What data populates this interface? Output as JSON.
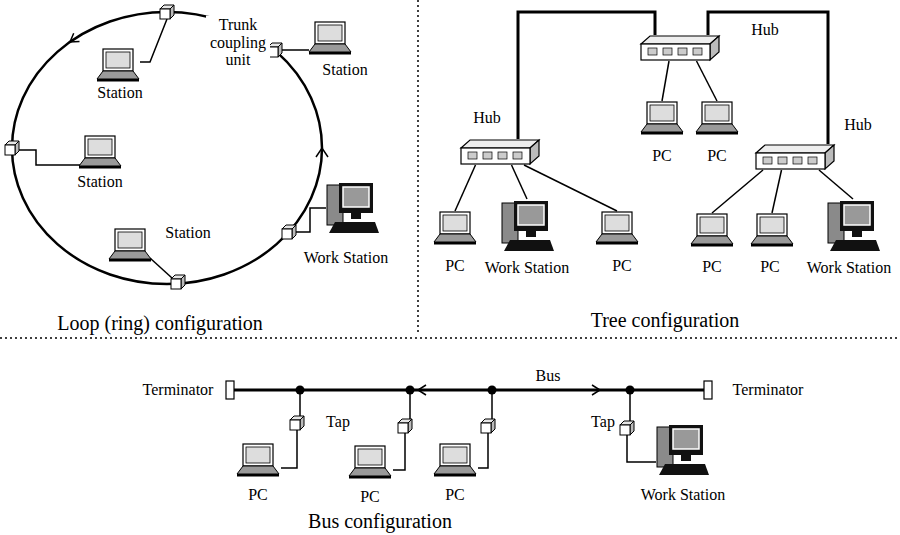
{
  "diagram": {
    "nodes": [
      {
        "text": [
          "Station"
        ]
      },
      {
        "text": [
          "Station"
        ]
      },
      {
        "text": [
          "Station"
        ]
      },
      {
        "text": [
          "Station"
        ]
      },
      {
        "text": [
          "Work Station"
        ]
      },
      {
        "text": [
          "Hub"
        ]
      },
      {
        "text": [
          "PC"
        ]
      },
      {
        "text": [
          "PC"
        ]
      },
      {
        "text": [
          "Hub"
        ]
      },
      {
        "text": [
          "PC"
        ]
      },
      {
        "text": [
          "Work Station"
        ]
      },
      {
        "text": [
          "PC"
        ]
      },
      {
        "text": [
          "Hub"
        ]
      },
      {
        "text": [
          "PC"
        ]
      },
      {
        "text": [
          "PC"
        ]
      },
      {
        "text": [
          "Work Station"
        ]
      },
      {
        "text": [
          "PC"
        ]
      },
      {
        "text": [
          "PC"
        ]
      },
      {
        "text": [
          "PC"
        ]
      },
      {
        "text": [
          "Work Station"
        ]
      }
    ],
    "edges": [
      {
        "from": 5,
        "to": 6,
        "arrow": "none"
      },
      {
        "from": 5,
        "to": 7,
        "arrow": "none"
      },
      {
        "from": 5,
        "to": 8,
        "arrow": "none"
      },
      {
        "from": 5,
        "to": 12,
        "arrow": "none"
      },
      {
        "from": 8,
        "to": 9,
        "arrow": "none"
      },
      {
        "from": 8,
        "to": 10,
        "arrow": "none"
      },
      {
        "from": 8,
        "to": 11,
        "arrow": "none"
      },
      {
        "from": 12,
        "to": 13,
        "arrow": "none"
      },
      {
        "from": 12,
        "to": 14,
        "arrow": "none"
      },
      {
        "from": 12,
        "to": 15,
        "arrow": "none"
      }
    ],
    "labels": [
      "Trunk coupling unit",
      "Loop (ring) configuration",
      "Tree configuration",
      "Terminator",
      "Terminator",
      "Bus",
      "Tap",
      "Tap",
      "Bus configuration"
    ]
  }
}
